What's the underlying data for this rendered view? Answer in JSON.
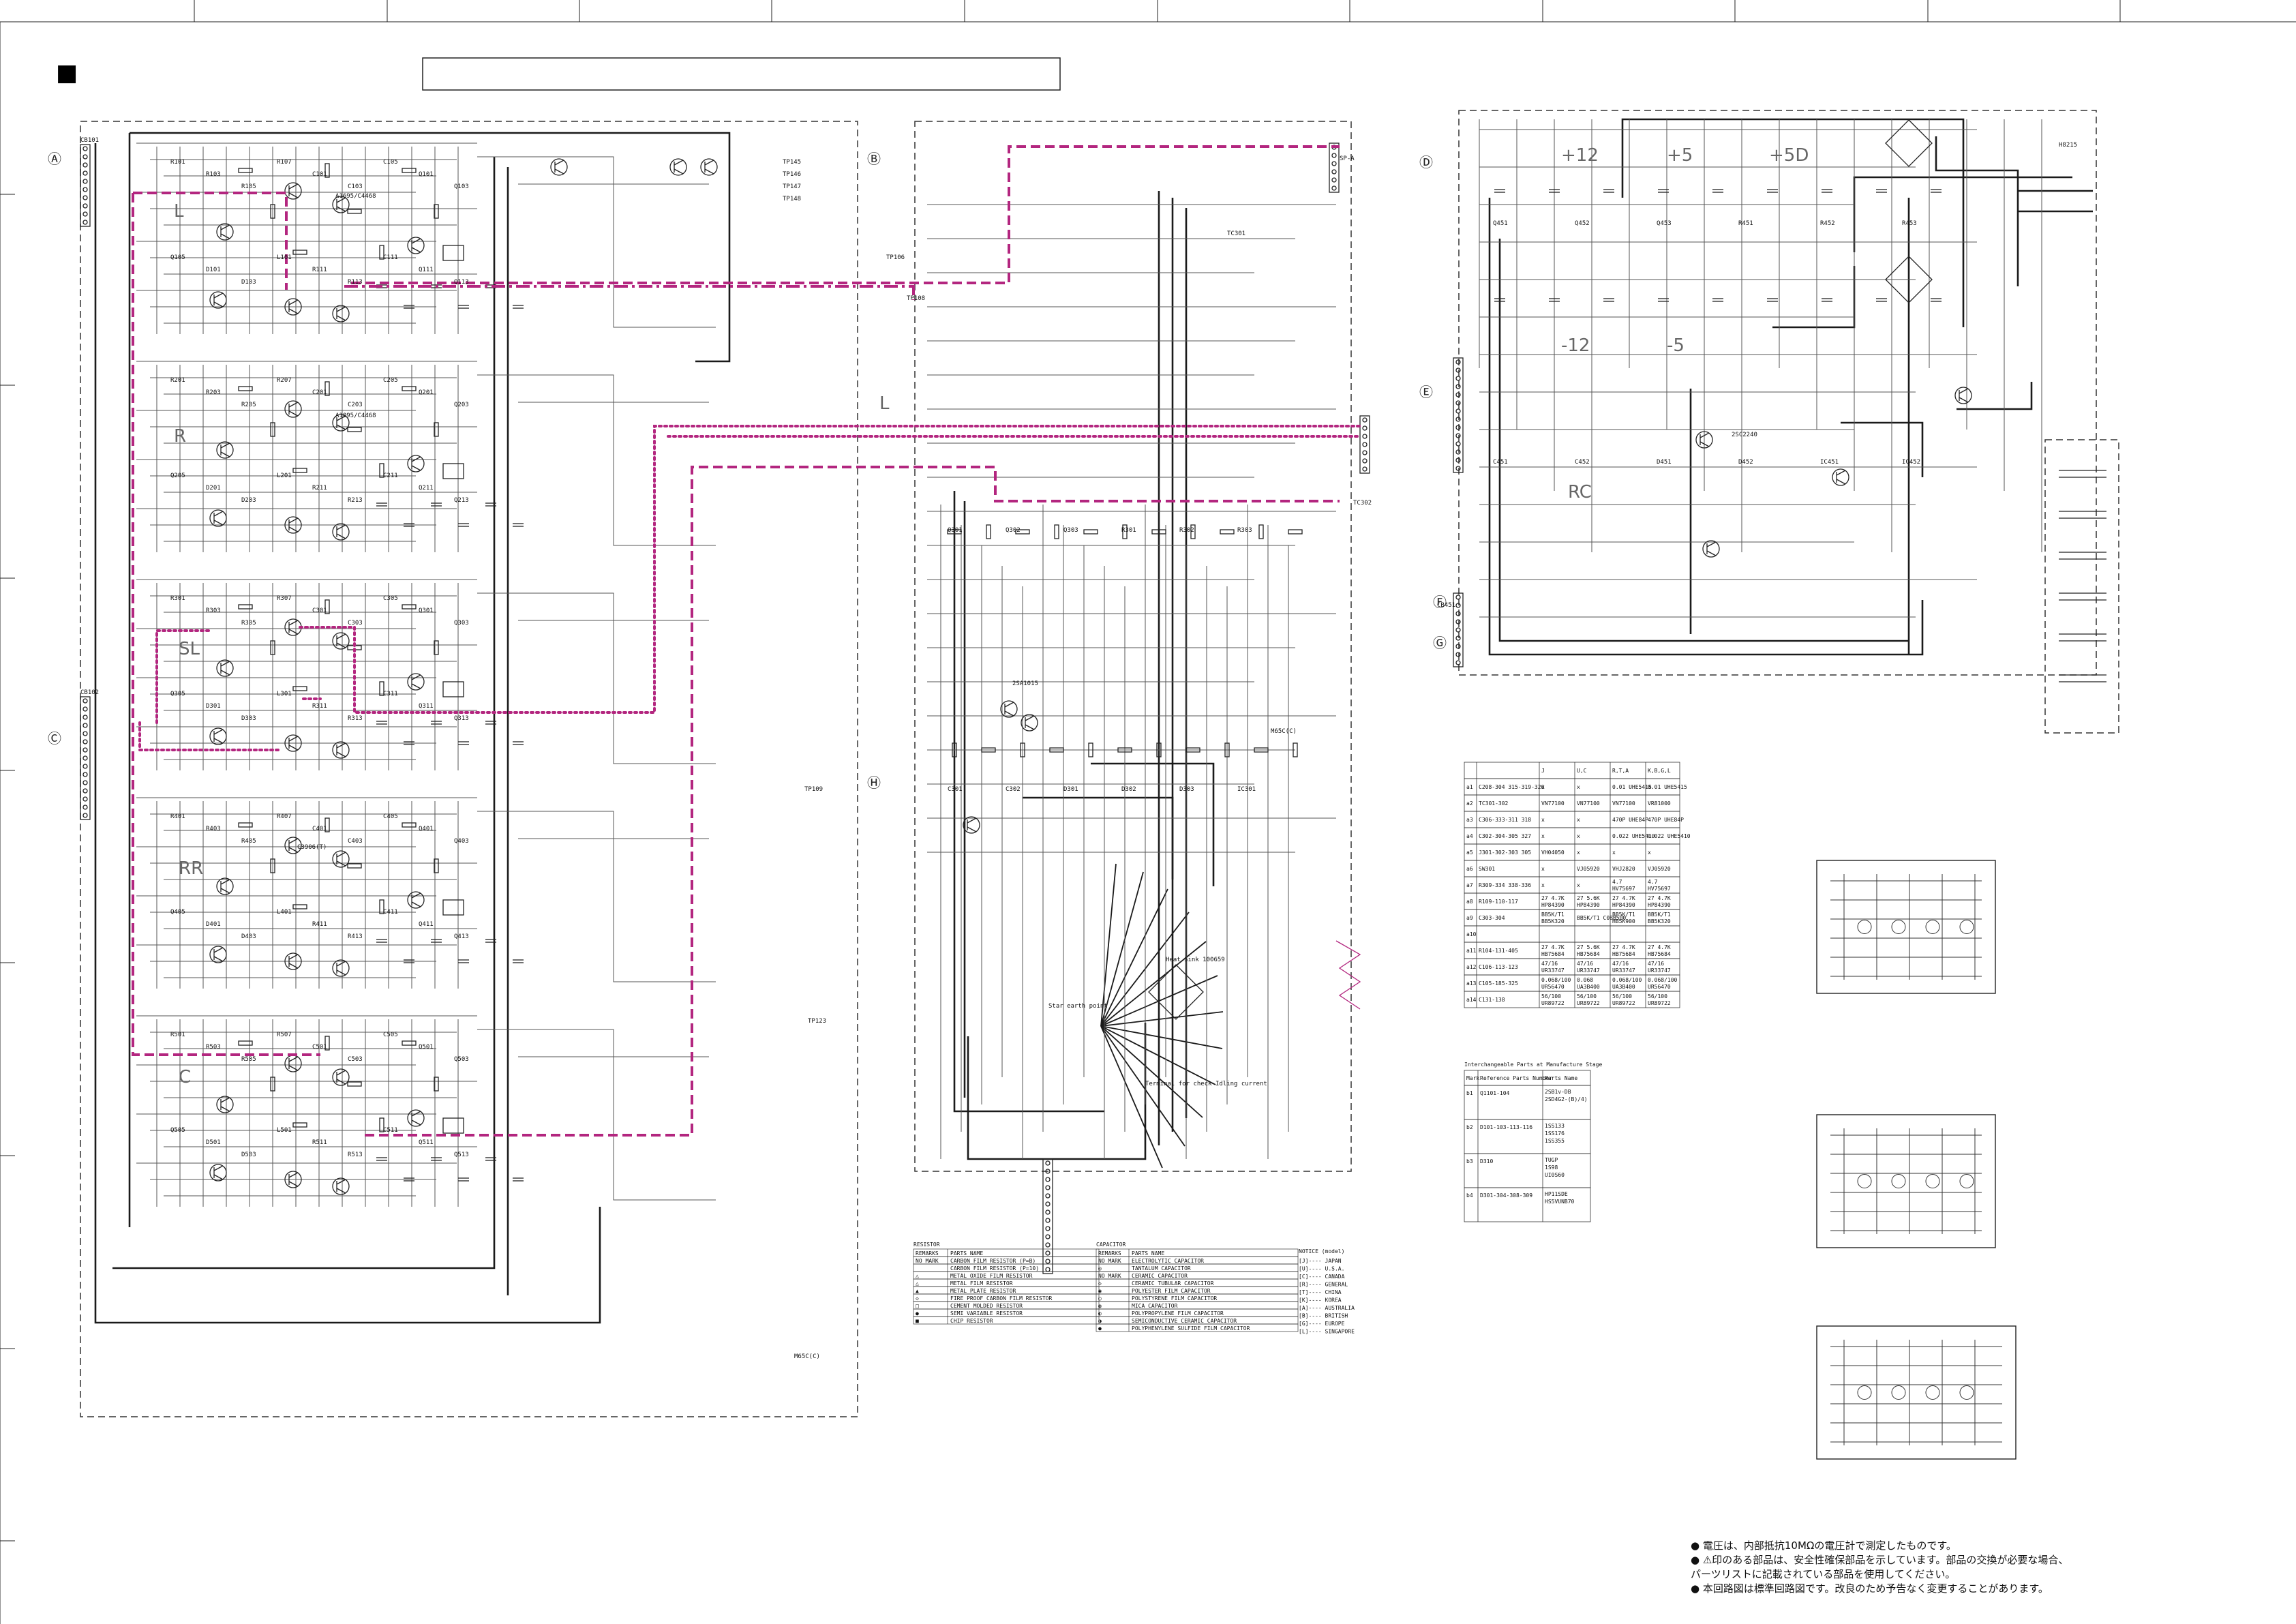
{
  "page": {
    "section_marker": "■",
    "title_box_text": ""
  },
  "section_letters": [
    "Ⓐ",
    "Ⓑ",
    "Ⓒ",
    "Ⓓ",
    "Ⓔ",
    "Ⓕ",
    "Ⓖ",
    "Ⓗ"
  ],
  "channels": [
    "L",
    "R",
    "SL",
    "RR",
    "C"
  ],
  "supply_rails": [
    "+12",
    "+5",
    "+5D",
    "-12",
    "-5",
    "RC"
  ],
  "connectors": {
    "main_left": "CB101",
    "input_left": "CB102",
    "right_out": "CB451",
    "p_sp": "SP-A",
    "tc_labels": [
      "TC301",
      "TC302"
    ]
  },
  "transistor_labels": [
    "A1695/C4468",
    "A1095/C4468",
    "C3906(T)",
    "2SA1015",
    "2SC2240"
  ],
  "tp_labels": [
    "TP106",
    "TP108",
    "TP109",
    "TP123",
    "TP145",
    "TP146",
    "TP147",
    "TP148"
  ],
  "heat_sink_label": "Heat Sink 100659",
  "star_earth_label": "Star earth point",
  "terminal_label": "Terminal for check Idling current",
  "model_tag": "M65C(C)",
  "cell_code": "H8215",
  "variant_table": {
    "headers": [
      "",
      "",
      "J",
      "U,C",
      "R,T,A",
      "K,B,G,L"
    ],
    "rows": [
      [
        "a1",
        "C208-304 315-319-320",
        "x",
        "x",
        "0.01 UHE5415",
        "0.01 UHE5415"
      ],
      [
        "a2",
        "TC301-302",
        "VN77100",
        "VN77100",
        "VN77100",
        "VR81000"
      ],
      [
        "a3",
        "C306-333-311 318",
        "x",
        "x",
        "470P UHE84P",
        "470P UHE84P"
      ],
      [
        "a4",
        "C302-304-305 327",
        "x",
        "x",
        "0.022 UHE5410",
        "0.022 UHE5410"
      ],
      [
        "a5",
        "J301-302-303 305",
        "VH04050",
        "x",
        "x",
        "x"
      ],
      [
        "a6",
        "SW301",
        "x",
        "VJ05920",
        "VHJ2820",
        "VJ05920"
      ],
      [
        "a7",
        "R309-334 338-336",
        "x",
        "x",
        "4.7 HV75697",
        "4.7 HV75697"
      ],
      [
        "a8",
        "R109-110-117",
        "27 4.7K HP84390",
        "27 5.6K HP84390",
        "27 4.7K HP84390",
        "27 4.7K HP84390"
      ],
      [
        "a9",
        "C303-304",
        "BB5K/T1 BB5K320",
        "BB5K/T1 C0BB500",
        "BB5K/T1 HB5K900",
        "BB5K/T1 BB5K320"
      ],
      [
        "a10",
        "",
        "",
        "",
        "",
        ""
      ],
      [
        "a11",
        "R104-131-405",
        "27 4.7K HB75684",
        "27 5.6K HB75684",
        "27 4.7K HB75684",
        "27 4.7K HB75684"
      ],
      [
        "a12",
        "C106-113-123",
        "47/16 UR33747",
        "47/16 UR33747",
        "47/16 UR33747",
        "47/16 UR33747"
      ],
      [
        "a13",
        "C105-185-325",
        "0.068/100 UR56470",
        "0.068 UA3B400",
        "0.068/100 UA3B400",
        "0.068/100 UR56470"
      ],
      [
        "a14",
        "C131-138",
        "56/100 UR89722",
        "56/100 UR89722",
        "56/100 UR89722",
        "56/100 UR89722"
      ]
    ]
  },
  "interchangeable": {
    "title": "Interchangeable Parts at Manufacture Stage",
    "headers": [
      "Mark",
      "Reference Parts Number",
      "Parts Name"
    ],
    "rows": [
      [
        "b1",
        "Q1101-104",
        "2SB1v-DB 2SD4G2-(B)/4)"
      ],
      [
        "b2",
        "D101-103-113-116",
        "1SS133 1SS176 1SS355"
      ],
      [
        "b3",
        "D310",
        "TUGP 1S98 UI0S60"
      ],
      [
        "b4",
        "D301-304-308-309",
        "HP11SDE HS5VUNB70"
      ]
    ]
  },
  "resistor_legend": {
    "title": "RESISTOR",
    "headers": [
      "REMARKS",
      "PARTS NAME"
    ],
    "rows": [
      [
        "NO MARK",
        "CARBON FILM RESISTOR (P=B)"
      ],
      [
        "",
        "CARBON FILM RESISTOR (P=10)"
      ],
      [
        "△",
        "METAL OXIDE FILM RESISTOR"
      ],
      [
        "△",
        "METAL FILM RESISTOR"
      ],
      [
        "▲",
        "METAL PLATE RESISTOR"
      ],
      [
        "◇",
        "FIRE PROOF CARBON FILM RESISTOR"
      ],
      [
        "□",
        "CEMENT MOLDED RESISTOR"
      ],
      [
        "●",
        "SEMI VARIABLE RESISTOR"
      ],
      [
        "■",
        "CHIP RESISTOR"
      ]
    ]
  },
  "capacitor_legend": {
    "title": "CAPACITOR",
    "headers": [
      "REMARKS",
      "PARTS NAME"
    ],
    "rows": [
      [
        "NO MARK",
        "ELECTROLYTIC CAPACITOR"
      ],
      [
        "◎",
        "TANTALUM CAPACITOR"
      ],
      [
        "NO MARK",
        "CERAMIC CAPACITOR"
      ],
      [
        "◇",
        "CERAMIC TUBULAR CAPACITOR"
      ],
      [
        "◉",
        "POLYESTER FILM CAPACITOR"
      ],
      [
        "○",
        "POLYSTYRENE FILM CAPACITOR"
      ],
      [
        "◍",
        "MICA CAPACITOR"
      ],
      [
        "◐",
        "POLYPROPYLENE FILM CAPACITOR"
      ],
      [
        "◑",
        "SEMICONDUCTIVE CERAMIC CAPACITOR"
      ],
      [
        "●",
        "POLYPHENYLENE SULFIDE FILM CAPACITOR"
      ]
    ]
  },
  "notice": {
    "title": "NOTICE (model)",
    "items": [
      "[J]---- JAPAN",
      "[U]---- U.S.A.",
      "[C]---- CANADA",
      "[R]---- GENERAL",
      "[T]---- CHINA",
      "[K]---- KOREA",
      "[A]---- AUSTRALIA",
      "[B]---- BRITISH",
      "[G]---- EUROPE",
      "[L]---- SINGAPORE"
    ]
  },
  "japanese_notes": [
    "● 電圧は、内部抵抗10MΩの電圧計で測定したものです。",
    "● ⚠印のある部品は、安全性確保部品を示しています。部品の交換が必要な場合、",
    "   パーツリストに記載されている部品を使用してください。",
    "● 本回路図は標準回路図です。改良のため予告なく変更することがあります。"
  ],
  "colors": {
    "signal_path": "#b3267f",
    "line": "#1a1a1a",
    "thin": "#555555",
    "big_text": "#666666"
  }
}
